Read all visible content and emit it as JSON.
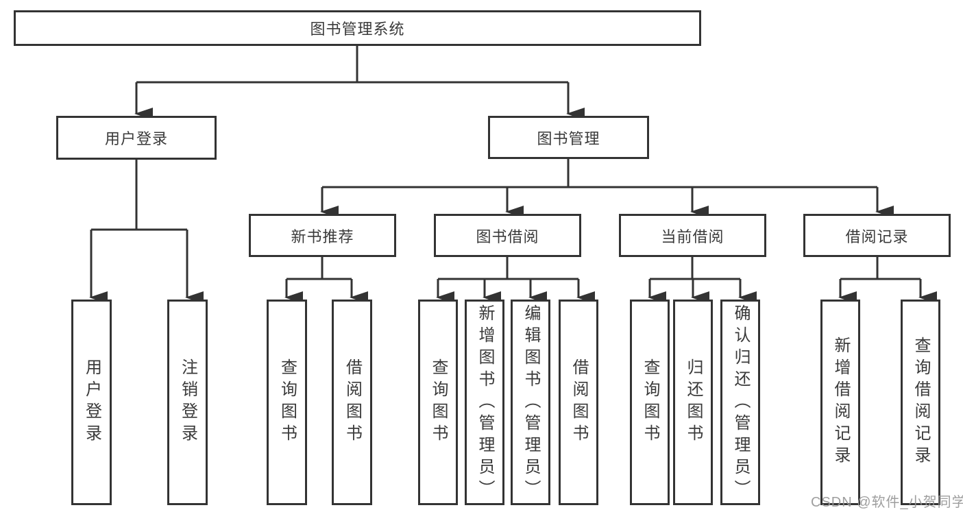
{
  "diagram": {
    "type": "tree",
    "orientation": "top-down",
    "line_color": "#333333",
    "box_fill": "#ffffff",
    "box_border_color": "#333333",
    "text_color": "#3a3a3a"
  },
  "tree": {
    "root": {
      "label": "图书管理系统",
      "children": [
        {
          "label": "用户登录",
          "children": [
            {
              "label": "用户登录"
            },
            {
              "label": "注销登录"
            }
          ]
        },
        {
          "label": "图书管理",
          "children": [
            {
              "label": "新书推荐",
              "children": [
                {
                  "label": "查询图书"
                },
                {
                  "label": "借阅图书"
                }
              ]
            },
            {
              "label": "图书借阅",
              "children": [
                {
                  "label": "查询图书"
                },
                {
                  "label": "新增图书（管理员）"
                },
                {
                  "label": "编辑图书（管理员）"
                },
                {
                  "label": "借阅图书"
                }
              ]
            },
            {
              "label": "当前借阅",
              "children": [
                {
                  "label": "查询图书"
                },
                {
                  "label": "归还图书"
                },
                {
                  "label": "确认归还（管理员）"
                }
              ]
            },
            {
              "label": "借阅记录",
              "children": [
                {
                  "label": "新增借阅记录"
                },
                {
                  "label": "查询借阅记录"
                }
              ]
            }
          ]
        }
      ]
    }
  },
  "watermark": {
    "text": "CSDN @软件_小贺同学",
    "color": "#969696"
  }
}
